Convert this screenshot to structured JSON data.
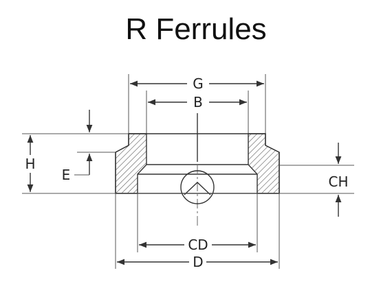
{
  "title": "R Ferrules",
  "labels": {
    "G": "G",
    "B": "B",
    "H": "H",
    "E": "E",
    "CH": "CH",
    "CD": "CD",
    "D": "D"
  }
}
